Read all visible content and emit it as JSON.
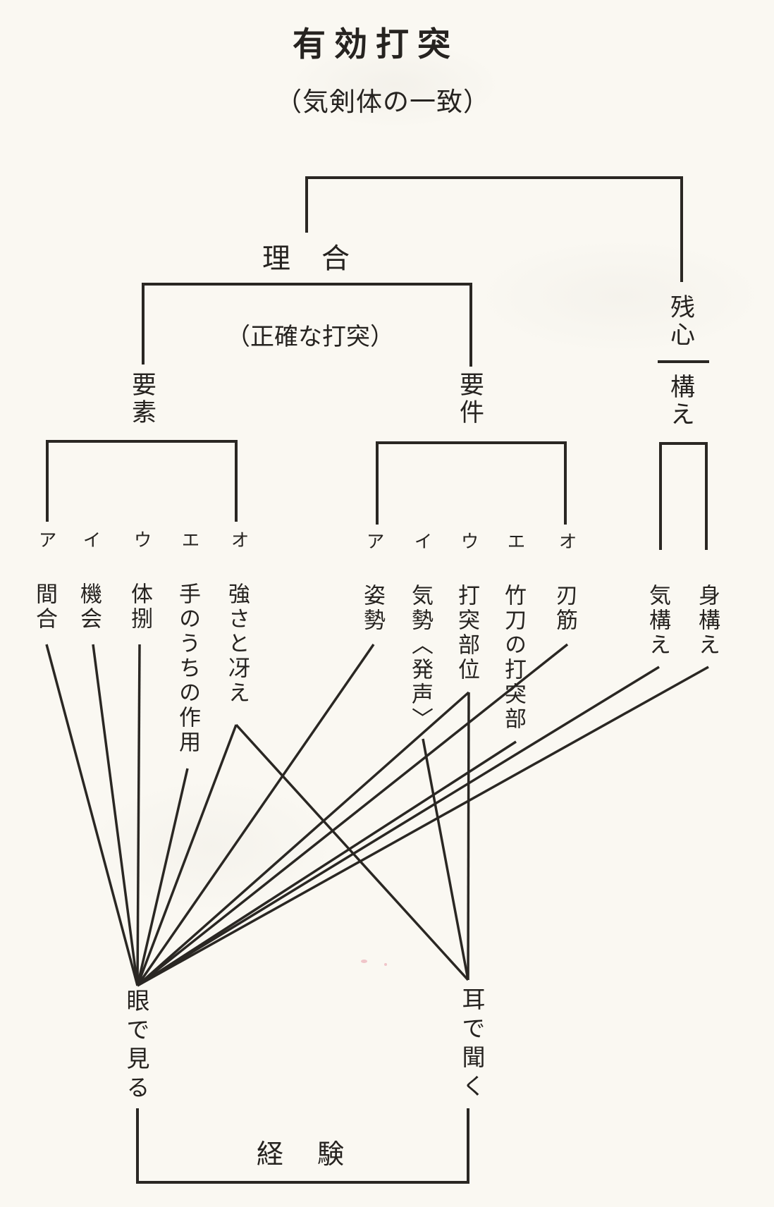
{
  "page": {
    "title": "有効打突",
    "subtitle": "（気剣体の一致）"
  },
  "tree": {
    "riai_label": "理合",
    "riai_note": "（正確な打突）",
    "zanshin_label": "残心",
    "zanshin_sub_label": "構え",
    "yoso_label": "要素",
    "yoken_label": "要件"
  },
  "yoso_items": [
    {
      "kana": "ア",
      "label": "間合"
    },
    {
      "kana": "イ",
      "label": "機会"
    },
    {
      "kana": "ウ",
      "label": "体捌"
    },
    {
      "kana": "エ",
      "label": "手のうちの作用"
    },
    {
      "kana": "オ",
      "label": "強さと冴え"
    }
  ],
  "yoken_items": [
    {
      "kana": "ア",
      "label": "姿勢"
    },
    {
      "kana": "イ",
      "label": "気勢〈発声〉"
    },
    {
      "kana": "ウ",
      "label": "打突部位"
    },
    {
      "kana": "エ",
      "label": "竹刀の打突部"
    },
    {
      "kana": "オ",
      "label": "刃筋"
    }
  ],
  "kamae_items": [
    {
      "label": "気構え"
    },
    {
      "label": "身構え"
    }
  ],
  "perception": {
    "eye": "眼で見る",
    "ear": "耳で聞く"
  },
  "foundation": {
    "label": "経験"
  },
  "colors": {
    "ink": "#262320",
    "paper": "#faf8f2"
  }
}
